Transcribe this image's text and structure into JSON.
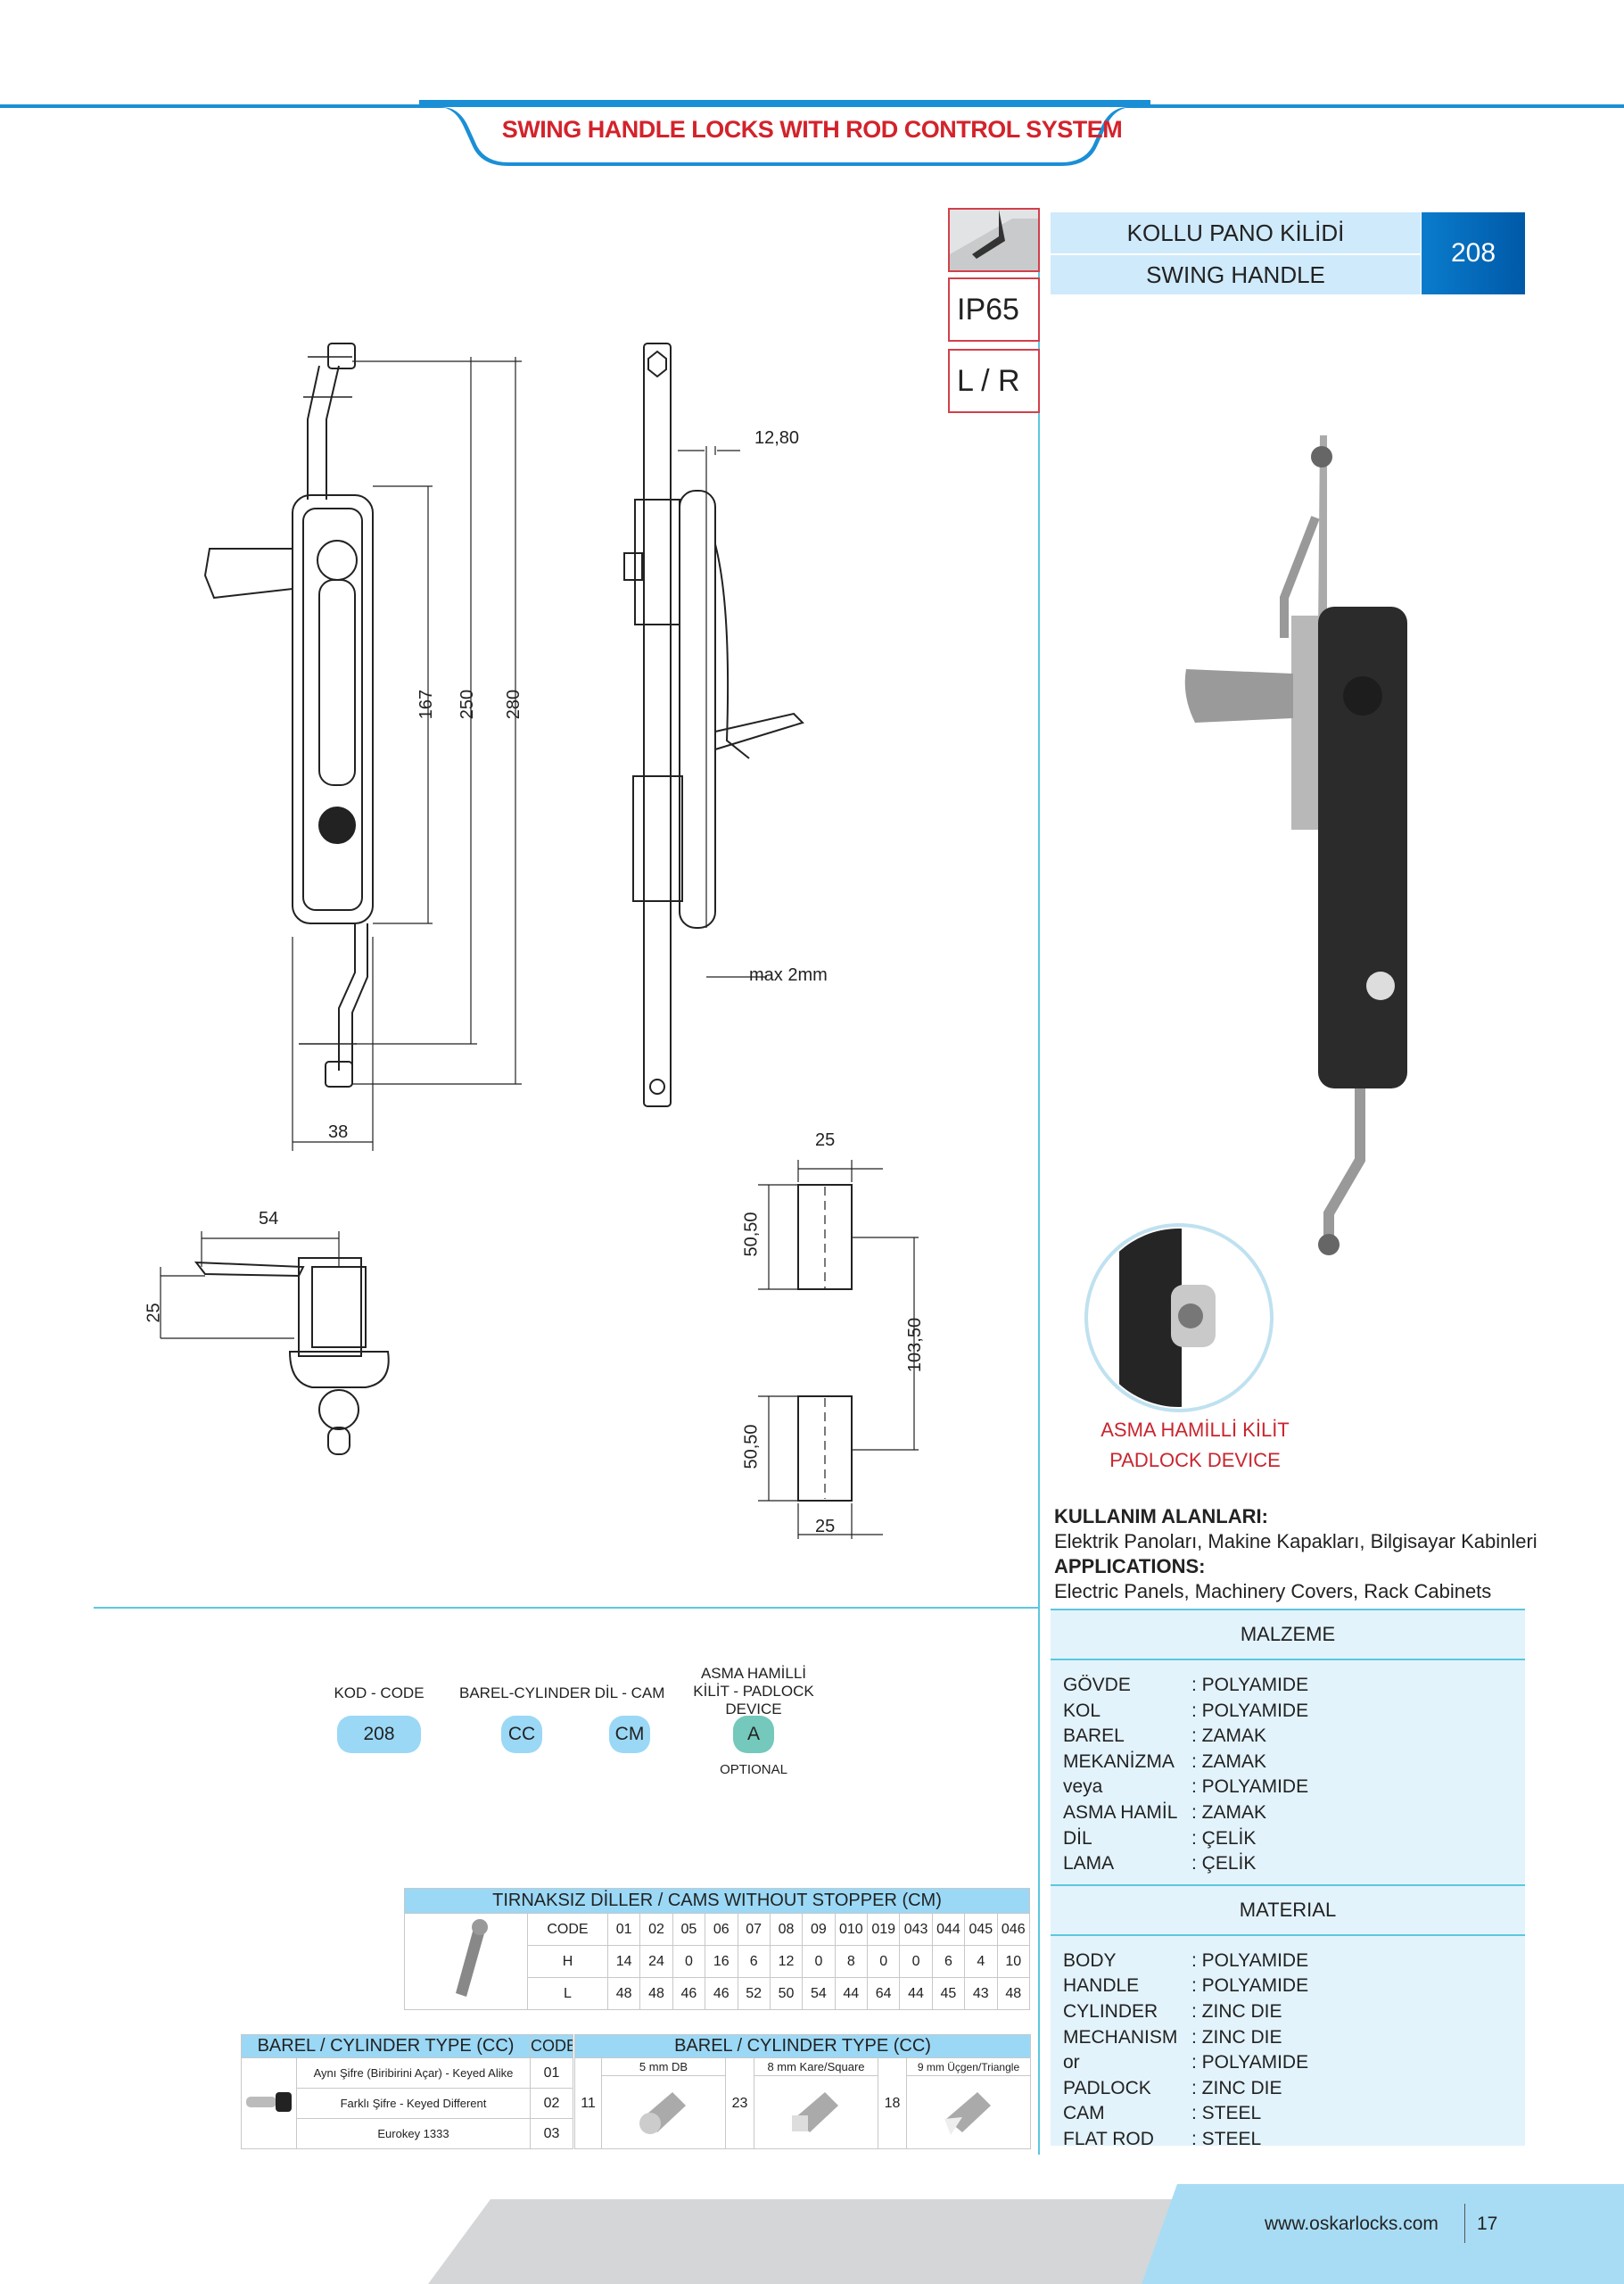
{
  "header": {
    "title": "SWING HANDLE LOCKS WITH ROD CONTROL SYSTEM"
  },
  "badges": {
    "ip": "IP65",
    "hand": "L / R"
  },
  "product": {
    "name_tr": "KOLLU PANO KİLİDİ",
    "name_en": "SWING HANDLE",
    "code": "208"
  },
  "dimensions": {
    "d167": "167",
    "d250": "250",
    "d280": "280",
    "d38": "38",
    "d1280": "12,80",
    "max2": "max 2mm",
    "d54": "54",
    "d25a": "25",
    "d25top": "25",
    "d5050a": "50,50",
    "d10350": "103,50",
    "d5050b": "50,50",
    "d25bot": "25"
  },
  "padlock": {
    "tr": "ASMA HAMİLLİ KİLİT",
    "en": "PADLOCK DEVICE"
  },
  "applications": {
    "tr_title": "KULLANIM ALANLARI:",
    "tr_text": "Elektrik Panoları, Makine Kapakları, Bilgisayar Kabinleri",
    "en_title": "APPLICATIONS:",
    "en_text": "Electric Panels, Machinery Covers, Rack Cabinets"
  },
  "malzeme": {
    "title": "MALZEME",
    "rows": [
      [
        "GÖVDE",
        ": POLYAMIDE"
      ],
      [
        "KOL",
        ": POLYAMIDE"
      ],
      [
        "BAREL",
        ": ZAMAK"
      ],
      [
        "MEKANİZMA",
        ": ZAMAK"
      ],
      [
        "veya",
        ": POLYAMIDE"
      ],
      [
        "ASMA HAMİL",
        ": ZAMAK"
      ],
      [
        "DİL",
        ": ÇELİK"
      ],
      [
        "LAMA",
        ": ÇELİK"
      ]
    ]
  },
  "material": {
    "title": "MATERIAL",
    "rows": [
      [
        "BODY",
        ": POLYAMIDE"
      ],
      [
        "HANDLE",
        ": POLYAMIDE"
      ],
      [
        "CYLINDER",
        ": ZINC DIE"
      ],
      [
        "MECHANISM",
        ": ZINC DIE"
      ],
      [
        "or",
        ": POLYAMIDE"
      ],
      [
        "PADLOCK",
        ": ZINC DIE"
      ],
      [
        "CAM",
        ": STEEL"
      ],
      [
        "FLAT ROD",
        ": STEEL"
      ]
    ]
  },
  "ordering": {
    "code_label": "KOD - CODE",
    "code": "208",
    "barrel_label": "BAREL-CYLINDER",
    "barrel": "CC",
    "cam_label": "DİL - CAM",
    "cam": "CM",
    "padlock_label": "ASMA HAMİLLİ KİLİT - PADLOCK DEVICE",
    "padlock": "A",
    "optional": "OPTIONAL"
  },
  "cams": {
    "title": "TIRNAKSIZ DİLLER / CAMS WITHOUT STOPPER (CM)",
    "code_label": "CODE",
    "h_label": "H",
    "l_label": "L",
    "codes": [
      "01",
      "02",
      "05",
      "06",
      "07",
      "08",
      "09",
      "010",
      "019",
      "043",
      "044",
      "045",
      "046"
    ],
    "h": [
      "14",
      "24",
      "0",
      "16",
      "6",
      "12",
      "0",
      "8",
      "0",
      "0",
      "6",
      "4",
      "10"
    ],
    "l": [
      "48",
      "48",
      "46",
      "46",
      "52",
      "50",
      "54",
      "44",
      "64",
      "44",
      "45",
      "43",
      "48"
    ]
  },
  "cylinders": {
    "title": "BAREL / CYLINDER TYPE (CC)",
    "code_label": "CODE",
    "rows": [
      [
        "Aynı Şifre (Biribirini Açar) - Keyed Alike",
        "01"
      ],
      [
        "Farklı Şifre - Keyed Different",
        "02"
      ],
      [
        "Eurokey 1333",
        "03"
      ]
    ],
    "title2": "BAREL / CYLINDER TYPE (CC)",
    "types": [
      [
        "11",
        "5 mm DB"
      ],
      [
        "23",
        "8 mm Kare/Square"
      ],
      [
        "18",
        "9 mm Üçgen/Triangle"
      ]
    ]
  },
  "footer": {
    "url": "www.oskarlocks.com",
    "page": "17"
  }
}
